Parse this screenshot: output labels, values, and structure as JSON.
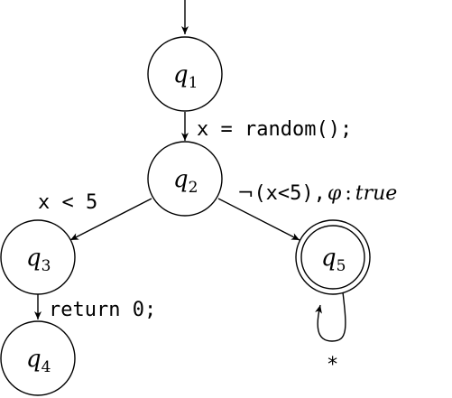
{
  "states": [
    {
      "id": "q1",
      "base": "q",
      "sub": "1"
    },
    {
      "id": "q2",
      "base": "q",
      "sub": "2"
    },
    {
      "id": "q3",
      "base": "q",
      "sub": "3"
    },
    {
      "id": "q4",
      "base": "q",
      "sub": "4"
    },
    {
      "id": "q5",
      "base": "q",
      "sub": "5",
      "accepting": true
    }
  ],
  "transitions": {
    "q1_q2": "x = random();",
    "q2_q3": "x < 5",
    "q2_q5_neg": "¬",
    "q2_q5_code": "(x<5),",
    "q2_q5_phi": "φ",
    "q2_q5_colon": ":",
    "q2_q5_true": "true",
    "q3_q4": "return 0;",
    "q5_loop": "*"
  }
}
